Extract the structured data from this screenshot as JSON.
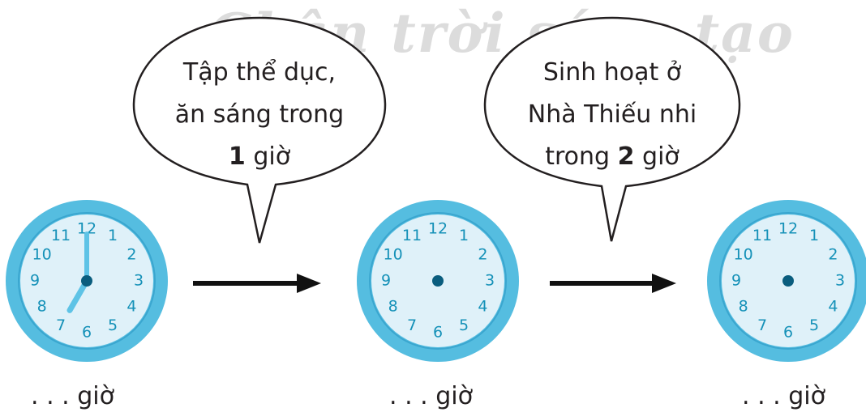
{
  "watermark": {
    "text": "Chân trời sáng tạo"
  },
  "clock_numerals": [
    "12",
    "1",
    "2",
    "3",
    "4",
    "5",
    "6",
    "7",
    "8",
    "9",
    "10",
    "11"
  ],
  "clocks": [
    {
      "id": "clock-1",
      "caption": ". . . giờ",
      "hands": {
        "hour": 7,
        "minute": 0
      }
    },
    {
      "id": "clock-2",
      "caption": ". . . giờ",
      "hands": null
    },
    {
      "id": "clock-3",
      "caption": ". . . giờ",
      "hands": null
    }
  ],
  "bubbles": [
    {
      "lines": [
        "Tập thể dục,",
        "ăn sáng trong"
      ],
      "last_prefix": "",
      "last_bold": "1",
      "last_suffix": " giờ"
    },
    {
      "lines": [
        "Sinh hoạt ở",
        "Nhà Thiếu nhi"
      ],
      "last_prefix": "trong ",
      "last_bold": "2",
      "last_suffix": " giờ"
    }
  ],
  "colors": {
    "clock_rim": "#55bde0",
    "clock_rim_dark": "#3aa6cf",
    "clock_face": "#dff1f9",
    "numerals": "#1591b8",
    "center_dot": "#0a5d7e",
    "hand": "#5ec3e6",
    "arrow": "#111111",
    "bubble_stroke": "#231f20"
  }
}
